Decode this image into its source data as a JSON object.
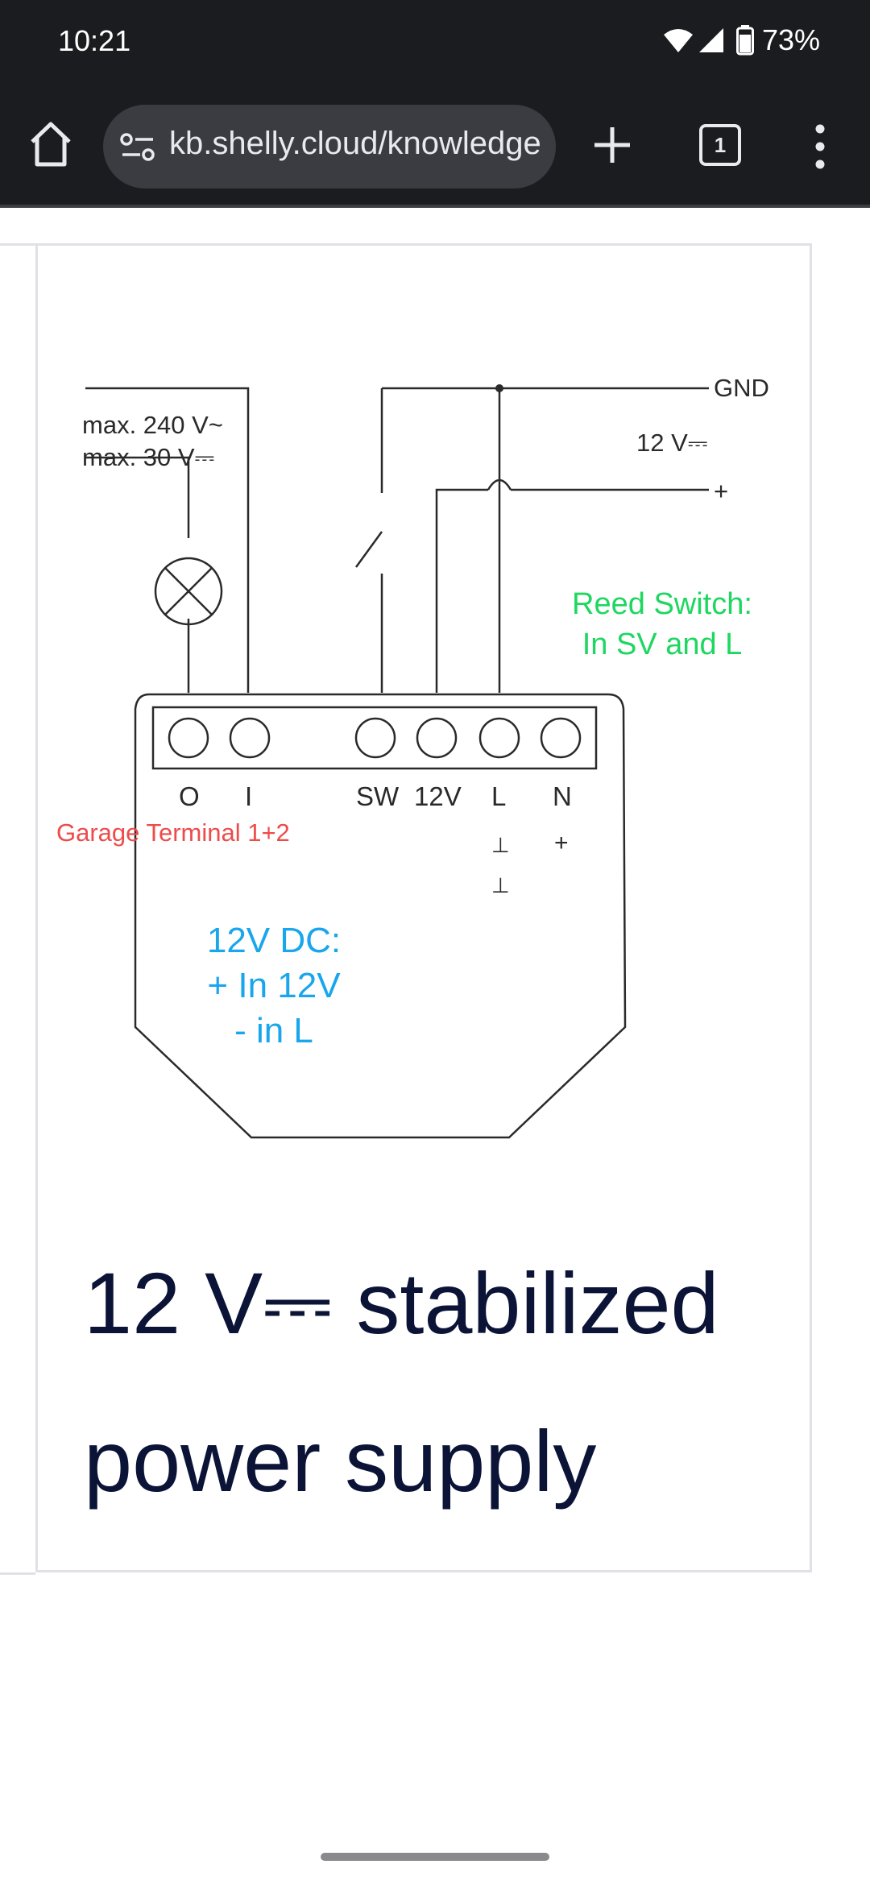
{
  "status_bar": {
    "time": "10:21",
    "battery_percent": "73%",
    "icons": [
      "wifi-icon",
      "signal-icon",
      "battery-icon"
    ]
  },
  "browser": {
    "url": "kb.shelly.cloud/knowledge",
    "tab_count": "1",
    "icons": [
      "home-icon",
      "site-settings-icon",
      "plus-icon",
      "tab-switcher-icon",
      "more-vert-icon"
    ]
  },
  "diagram": {
    "max_voltage_ac": "max. 240 V~",
    "max_voltage_dc": "max. 30 V⎓",
    "gnd_label": "GND",
    "supply_label": "12 V⎓",
    "plus_label": "+",
    "terminals": [
      "O",
      "I",
      "SW",
      "12V",
      "L",
      "N"
    ],
    "l_polarity": [
      "⊥",
      "⊥"
    ],
    "n_polarity": "+",
    "annotation_red": "Garage Terminal 1+2",
    "annotation_green": [
      "Reed Switch:",
      "In SV and L"
    ],
    "annotation_blue": [
      "12V DC:",
      "+ In 12V",
      "- in L"
    ],
    "colors": {
      "red": "#ee4b4b",
      "green": "#1ed760",
      "blue": "#1aa6ec",
      "line": "#2a2a2a"
    }
  },
  "heading": [
    "12 V⎓ stabilized",
    "power supply"
  ]
}
